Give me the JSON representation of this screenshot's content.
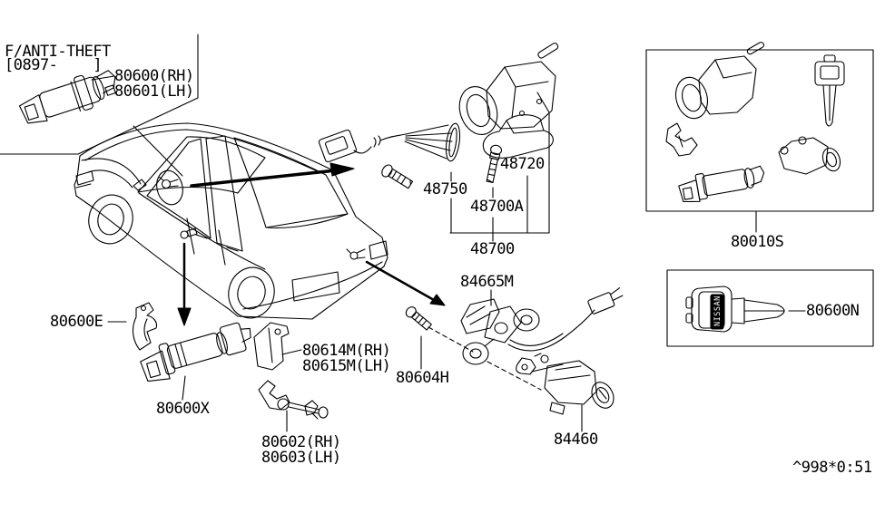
{
  "header": {
    "system": "F/ANTI-THEFT",
    "applicability": "[0897-    ]"
  },
  "footer": {
    "diagram_code": "^998*0:51"
  },
  "key_brand": "NISSAN",
  "colors": {
    "line": "#000000",
    "background": "#ffffff"
  },
  "labels": {
    "cyl_rh": "80600(RH)",
    "cyl_lh": "80601(LH)",
    "harness": "48750",
    "cover": "48720",
    "screw_a": "48700A",
    "ignition_lock": "48700",
    "lock_set": "80010S",
    "key_blank": "80600N",
    "striker": "84665M",
    "screw_h": "80604H",
    "bracket_rh": "80614M(RH)",
    "bracket_lh": "80615M(LH)",
    "rod_rh": "80602(RH)",
    "rod_lh": "80603(LH)",
    "clip": "80600E",
    "door_cyl": "80600X",
    "trunk_lock": "84460"
  }
}
